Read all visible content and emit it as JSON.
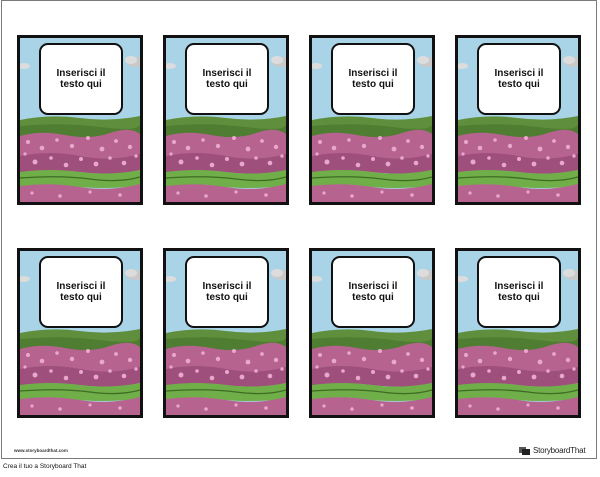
{
  "cards": [
    {
      "text": "Inserisci il testo qui"
    },
    {
      "text": "Inserisci il testo qui"
    },
    {
      "text": "Inserisci il testo qui"
    },
    {
      "text": "Inserisci il testo qui"
    },
    {
      "text": "Inserisci il testo qui"
    },
    {
      "text": "Inserisci il testo qui"
    },
    {
      "text": "Inserisci il testo qui"
    },
    {
      "text": "Inserisci il testo qui"
    }
  ],
  "footer": {
    "url": "www.storyboardthat.com",
    "brand": "StoryboardThat",
    "caption": "Crea il tuo a Storyboard That"
  },
  "colors": {
    "sky": "#a9d4e8",
    "hills": "#5f8f3c",
    "grass": "#6fae48",
    "flowers": "#b6638f",
    "flower_dots": "#e9a7cc"
  }
}
